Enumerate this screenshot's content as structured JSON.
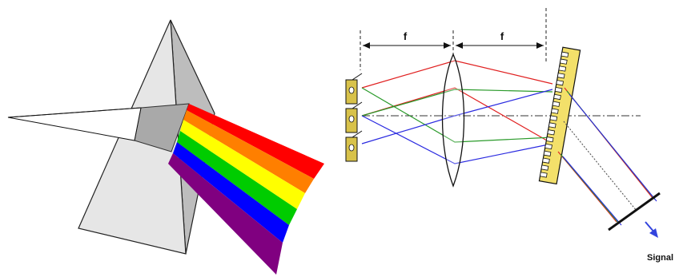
{
  "labels": {
    "focal_left": "f",
    "focal_right": "f",
    "signal": "Signal"
  },
  "spectrum_colors": [
    "#ff0000",
    "#ff7f00",
    "#ffff00",
    "#00cc00",
    "#0000ff",
    "#800080"
  ],
  "ray_colors": {
    "red": "#e02020",
    "green": "#2a9a2a",
    "blue": "#2a2ae0"
  },
  "component_colors": {
    "prism_light": "#e4e4e4",
    "prism_shadow": "#b8b8b8",
    "slit_plate": "#d8c24a",
    "grating": "#f3e06a",
    "signal_arrow": "#3344dd"
  }
}
